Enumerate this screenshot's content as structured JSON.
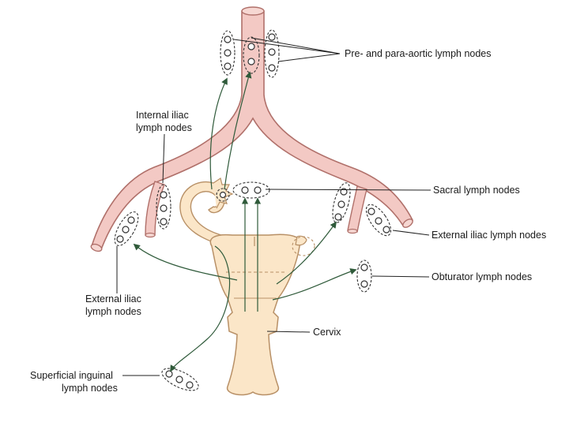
{
  "labels": {
    "preaortic": "Pre- and para-aortic lymph nodes",
    "internal_iliac_1": "Internal iliac",
    "internal_iliac_2": "lymph nodes",
    "sacral": "Sacral lymph nodes",
    "external_iliac_right": "External iliac lymph nodes",
    "obturator": "Obturator lymph nodes",
    "external_iliac_left_1": "External iliac",
    "external_iliac_left_2": "lymph nodes",
    "cervix": "Cervix",
    "superficial_inguinal_1": "Superficial inguinal",
    "superficial_inguinal_2": "lymph nodes"
  },
  "colors": {
    "vessel_fill": "#f3c9c4",
    "vessel_stroke": "#b0706a",
    "uterus_fill": "#fbe6c8",
    "uterus_stroke": "#b89066",
    "arrow": "#2f5a3a",
    "line": "#222222"
  }
}
